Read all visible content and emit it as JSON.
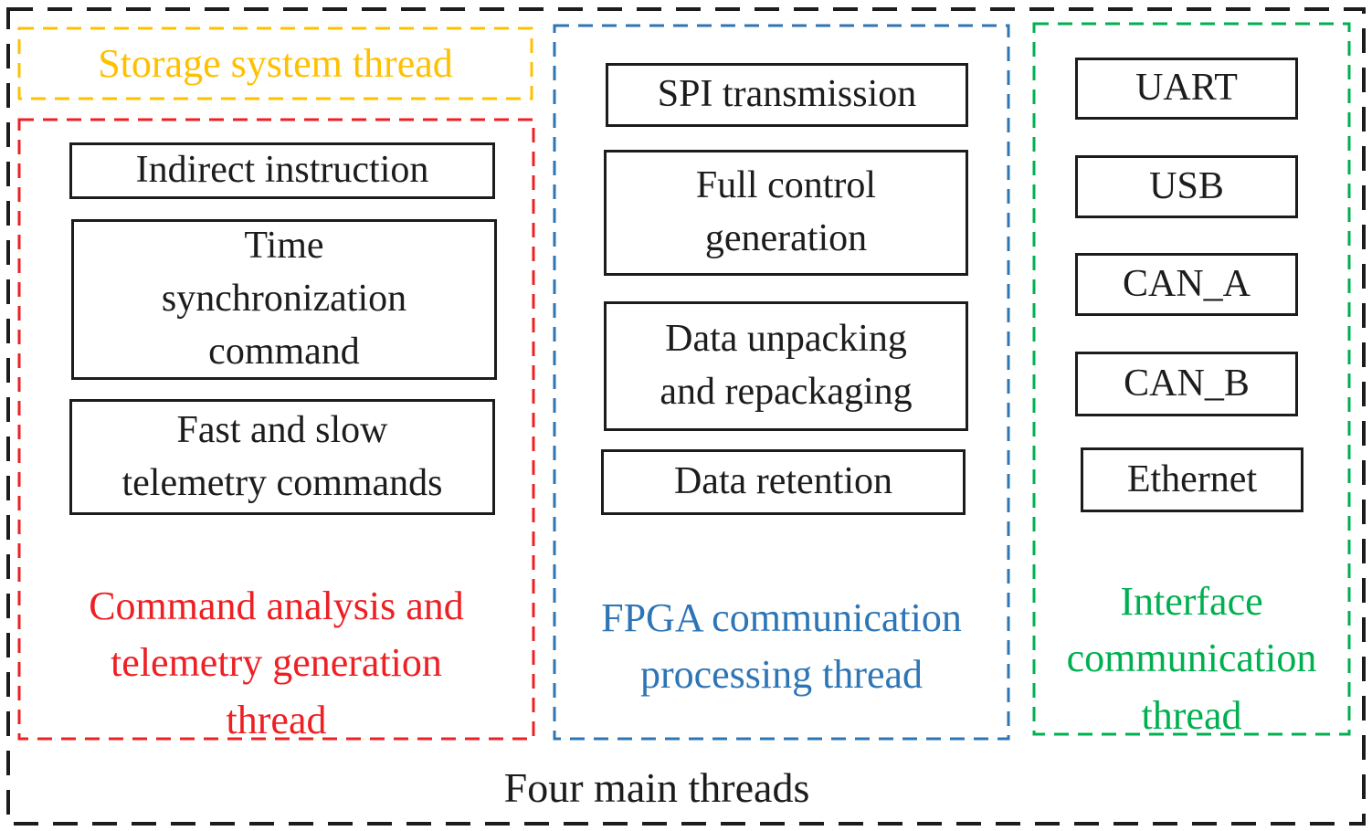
{
  "colors": {
    "frame": "#1c1c1c",
    "storage": "#ffc000",
    "command": "#ed2024",
    "fpga": "#2e75b6",
    "interface": "#00b050",
    "box_text": "#1c1c1c"
  },
  "frame_label": "Four main threads",
  "threads": {
    "storage": {
      "label": "Storage system thread"
    },
    "command": {
      "label": "Command analysis and\ntelemetry generation\nthread",
      "items": [
        "Indirect instruction",
        "Time\nsynchronization\ncommand",
        "Fast and slow\ntelemetry commands"
      ]
    },
    "fpga": {
      "label": "FPGA communication\nprocessing thread",
      "items": [
        "SPI transmission",
        "Full control\ngeneration",
        "Data unpacking\nand repackaging",
        "Data retention"
      ]
    },
    "interface": {
      "label": "Interface\ncommunication\nthread",
      "items": [
        "UART",
        "USB",
        "CAN_A",
        "CAN_B",
        "Ethernet"
      ]
    }
  }
}
